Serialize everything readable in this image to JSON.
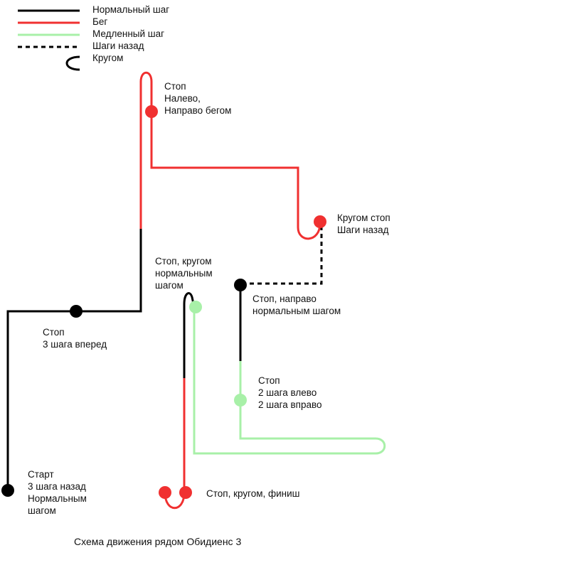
{
  "legend": {
    "normal": "Нормальный шаг",
    "run": "Бег",
    "slow": "Медленный шаг",
    "back": "Шаги назад",
    "turn": "Кругом"
  },
  "labels": {
    "start_1": "Старт",
    "start_2": "3 шага назад",
    "start_3": "Нормальным",
    "start_4": "шагом",
    "stop_fwd_1": "Стоп",
    "stop_fwd_2": "3 шага вперед",
    "stop_left_1": "Стоп",
    "stop_left_2": "Налево,",
    "stop_left_3": "Направо бегом",
    "turn_stop_1": "Кругом стоп",
    "turn_stop_2": "Шаги назад",
    "stop_right_1": "Стоп, направо",
    "stop_right_2": "нормальным шагом",
    "stop_turn_1": "Стоп, кругом",
    "stop_turn_2": "нормальным",
    "stop_turn_3": "шагом",
    "stop_lr_1": "Стоп",
    "stop_lr_2": "2 шага влево",
    "stop_lr_3": "2 шага вправо",
    "finish": "Стоп, кругом, финиш"
  },
  "caption": "Схема движения рядом Обидиенс 3",
  "colors": {
    "normal": "#000000",
    "run": "#f03030",
    "slow": "#a8f0a8",
    "back": "#000000"
  }
}
